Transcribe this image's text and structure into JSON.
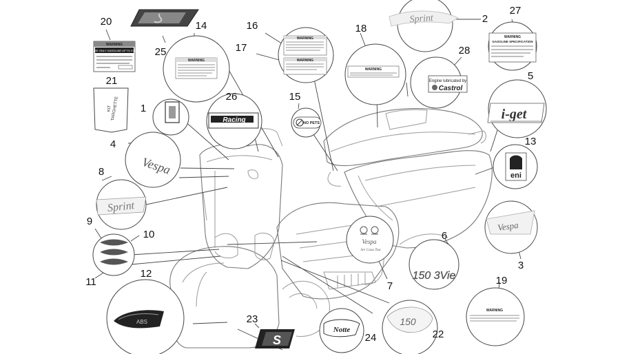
{
  "callout_numbers": {
    "n1": "1",
    "n2": "2",
    "n3": "3",
    "n4": "4",
    "n5": "5",
    "n6": "6",
    "n7": "7",
    "n8": "8",
    "n9": "9",
    "n10": "10",
    "n11": "11",
    "n12": "12",
    "n13": "13",
    "n14": "14",
    "n15": "15",
    "n16": "16",
    "n17": "17",
    "n18": "18",
    "n19": "19",
    "n20": "20",
    "n21": "21",
    "n22": "22",
    "n23": "23",
    "n24": "24",
    "n25": "25",
    "n26": "26",
    "n27": "27",
    "n28": "28"
  },
  "decals": {
    "sprint_logo": "Sprint",
    "vespa_logo": "Vespa",
    "iget_logo": "i-get",
    "racing_logo": "Racing",
    "model_150_3vie": "150 3Vie",
    "model_150": "150",
    "notte_logo": "Notte",
    "abs_logo": "ABS",
    "s_logo": "S",
    "eni_logo": "eni",
    "castrol_line1": "Engine lubricated by",
    "castrol_line2": "Castrol",
    "no_pets": "NO PETS",
    "kit_targhette_1": "KIT",
    "kit_targhette_2": "TARGHETTE",
    "warning": "WARNING",
    "gasoline_spec": "GASOLINE SPECIFICATION",
    "use_only_gasoline": "USE ONLY GASOLINE UP TO E10",
    "vespa_cartoon": "Vespa",
    "vespa_cartoon_sub": "Sei Casa Tua"
  }
}
